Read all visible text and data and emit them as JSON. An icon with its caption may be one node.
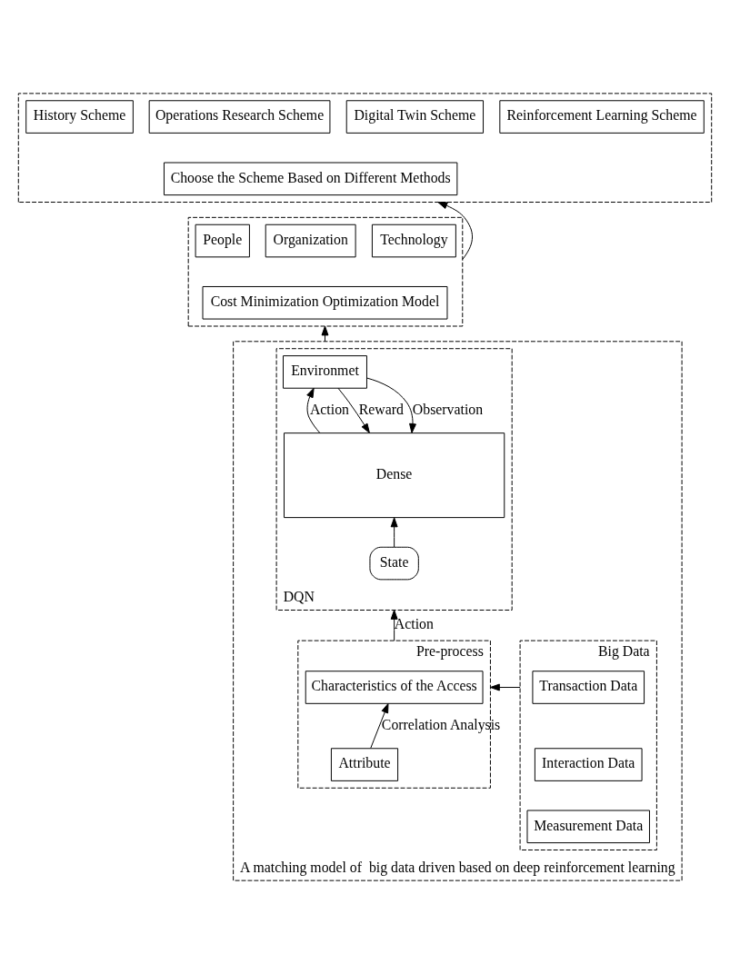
{
  "diagram": {
    "nodes": [
      {
        "text": [],
        "shape": "box"
      },
      {
        "text": [
          "History Scheme"
        ],
        "in": 0
      },
      {
        "text": [
          "Operations Research Scheme"
        ],
        "in": 0
      },
      {
        "text": [
          "Digital Twin Scheme"
        ],
        "in": 0
      },
      {
        "text": [
          "Reinforcement Learning Scheme"
        ],
        "in": 0
      },
      {
        "text": [
          "Choose the Scheme Based on Different Methods"
        ],
        "in": 0
      },
      {
        "text": [],
        "shape": "box"
      },
      {
        "text": [
          "People"
        ],
        "in": 6
      },
      {
        "text": [
          "Organization"
        ],
        "in": 6
      },
      {
        "text": [
          "Technology"
        ],
        "in": 6
      },
      {
        "text": [
          "Cost Minimization Optimization Model"
        ],
        "in": 6
      },
      {
        "text": [
          "A matching model of  big data driven based on deep reinforcement learning"
        ]
      },
      {
        "text": [
          "DQN"
        ],
        "in": 11
      },
      {
        "text": [
          "Environmet"
        ],
        "in": 12
      },
      {
        "text": [
          "Dense"
        ],
        "in": 12
      },
      {
        "text": [
          "State"
        ],
        "in": 12
      },
      {
        "text": [
          "Big Data"
        ],
        "in": 11
      },
      {
        "text": [
          "Transaction Data"
        ],
        "in": 16
      },
      {
        "text": [
          "Interaction Data"
        ],
        "in": 16
      },
      {
        "text": [
          "Measurement Data"
        ],
        "in": 16
      },
      {
        "text": [
          "Pre-process"
        ],
        "in": 11
      },
      {
        "text": [
          "Characteristics of the Access"
        ],
        "in": 20
      },
      {
        "text": [
          "Attribute"
        ],
        "in": 20
      }
    ],
    "edges": [
      {
        "from": 6,
        "to": 0,
        "arrow": "to"
      },
      {
        "from": 11,
        "to": 6,
        "arrow": "to"
      },
      {
        "from": 14,
        "to": 13,
        "arrow": "to",
        "label": "Action"
      },
      {
        "from": 13,
        "to": 14,
        "arrow": "to",
        "label": "Reward"
      },
      {
        "from": 13,
        "to": 14,
        "arrow": "to",
        "label": "Observation"
      },
      {
        "from": 15,
        "to": 14,
        "arrow": "to"
      },
      {
        "from": 20,
        "to": 12,
        "arrow": "to",
        "label": "Action"
      },
      {
        "from": 16,
        "to": 20,
        "arrow": "to"
      },
      {
        "from": 22,
        "to": 21,
        "arrow": "to",
        "label": "Correlation Analysis"
      }
    ]
  }
}
